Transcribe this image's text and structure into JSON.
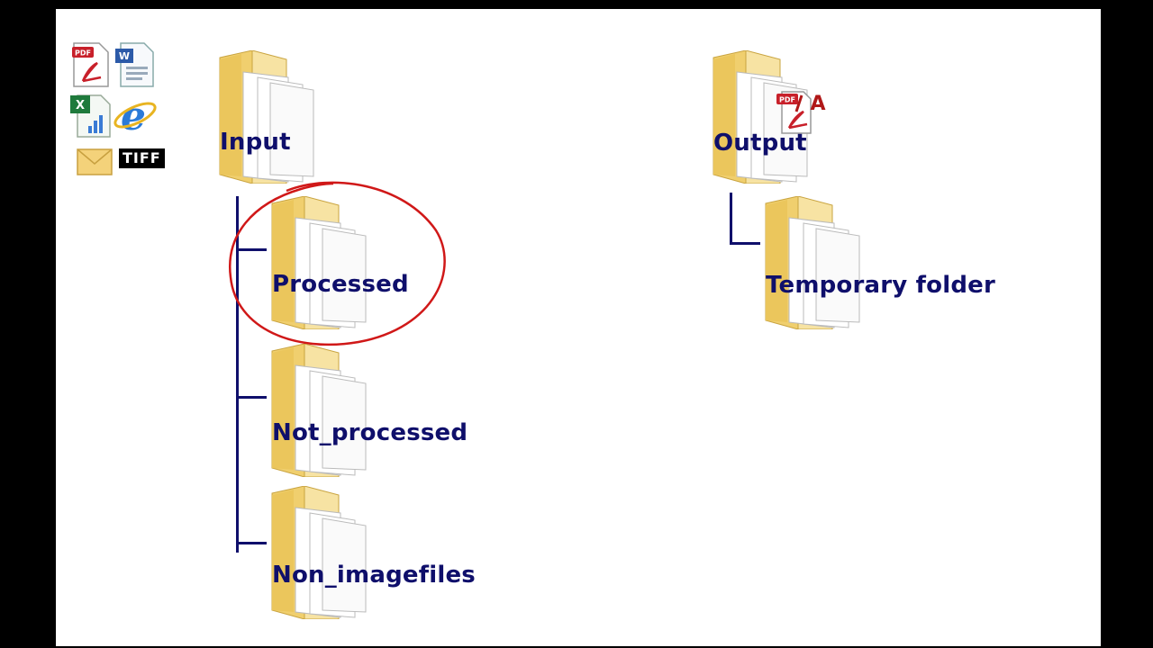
{
  "diagram": {
    "input_folder": {
      "label": "Input"
    },
    "input_children": [
      {
        "label": "Processed",
        "highlighted": true
      },
      {
        "label": "Not_processed",
        "highlighted": false
      },
      {
        "label": "Non_imagefiles",
        "highlighted": false
      }
    ],
    "output_folder": {
      "label": "Output",
      "badge_text": "A"
    },
    "output_children": [
      {
        "label": "Temporary folder"
      }
    ],
    "input_file_types": {
      "icons": [
        "pdf-icon",
        "word-icon",
        "excel-icon",
        "internet-explorer-icon",
        "email-icon"
      ],
      "pdf_text": "PDF",
      "tiff_text": "TIFF"
    },
    "colors": {
      "label_color": "#0f0f6b",
      "line_color": "#0f0f6b",
      "highlight_color": "#d01818",
      "folder_color": "#f2d37e"
    }
  }
}
